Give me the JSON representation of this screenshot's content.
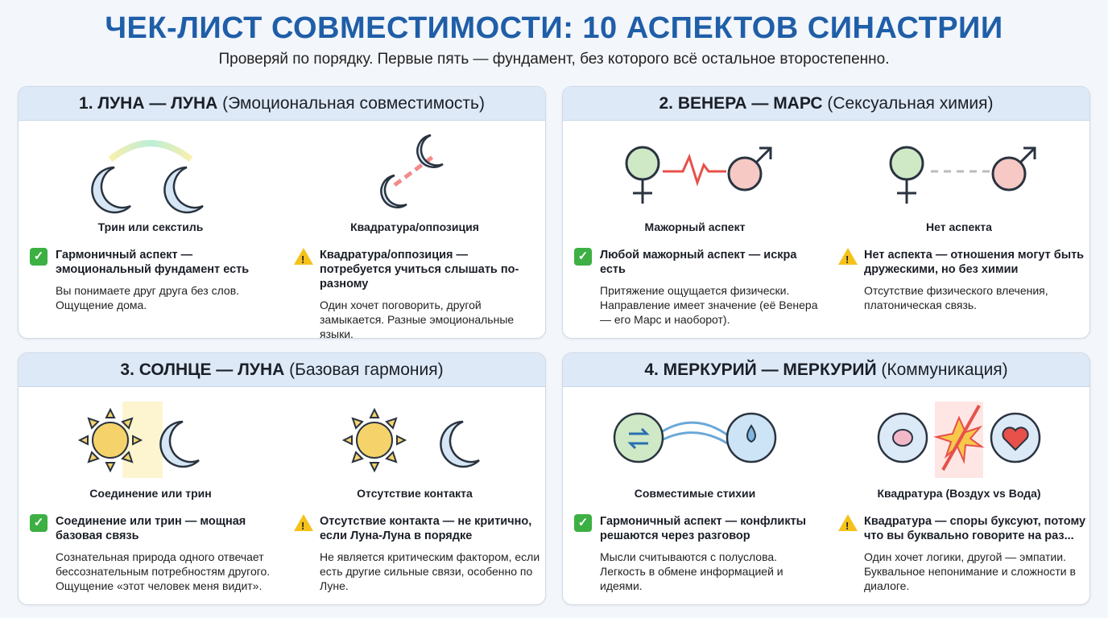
{
  "title": "ЧЕК-ЛИСТ СОВМЕСТИМОСТИ: 10 АСПЕКТОВ СИНАСТРИИ",
  "subtitle": "Проверяй по порядку. Первые пять — фундамент, без которого всё остальное второстепенно.",
  "cards": [
    {
      "title_bold": "1. ЛУНА — ЛУНА",
      "title_rest": " (Эмоциональная совместимость)",
      "left": {
        "label": "Трин или секстиль",
        "status": "ok",
        "heading": "Гармоничный аспект — эмоциональный фундамент есть",
        "text": "Вы понимаете друг друга без слов. Ощущение дома."
      },
      "right": {
        "label": "Квадратура/оппозиция",
        "status": "warning",
        "heading": "Квадратура/оппозиция — потребуется учиться слышать по-разному",
        "text": "Один хочет поговорить, другой замыкается. Разные эмоциональные языки."
      }
    },
    {
      "title_bold": "2. ВЕНЕРА — МАРС",
      "title_rest": " (Сексуальная химия)",
      "left": {
        "label": "Мажорный аспект",
        "status": "ok",
        "heading": "Любой мажорный аспект — искра есть",
        "text": "Притяжение ощущается физически. Направление имеет значение (её Венера — его Марс и наоборот)."
      },
      "right": {
        "label": "Нет аспекта",
        "status": "warning",
        "heading": "Нет аспекта — отношения могут быть дружескими, но без химии",
        "text": "Отсутствие физического влечения, платоническая связь."
      }
    },
    {
      "title_bold": "3. СОЛНЦЕ — ЛУНА",
      "title_rest": " (Базовая гармония)",
      "left": {
        "label": "Соединение или трин",
        "status": "ok",
        "heading": "Соединение или трин — мощная базовая связь",
        "text": "Сознательная природа одного отвечает бессознательным потребностям другого. Ощущение «этот человек меня видит»."
      },
      "right": {
        "label": "Отсутствие контакта",
        "status": "warning",
        "heading": "Отсутствие контакта — не критично, если Луна-Луна в порядке",
        "text": "Не является критическим фактором, если есть другие сильные связи, особенно по Луне."
      }
    },
    {
      "title_bold": "4. МЕРКУРИЙ — МЕРКУРИЙ",
      "title_rest": " (Коммуникация)",
      "left": {
        "label": "Совместимые стихии",
        "status": "ok",
        "heading": "Гармоничный аспект — конфликты решаются через разговор",
        "text": "Мысли считываются с полуслова. Легкость в обмене информацией и идеями."
      },
      "right": {
        "label": "Квадратура (Воздух vs Вода)",
        "status": "warning",
        "heading": "Квадратура — споры буксуют, потому что вы буквально говорите на раз...",
        "text": "Один хочет логики, другой — эмпатии. Буквальное непонимание и сложности в диалоге."
      }
    }
  ],
  "icons": {
    "ok": "✓",
    "warning": "!"
  },
  "colors": {
    "title": "#1f5ea8",
    "header": "#dde9f7",
    "ok": "#3cb043",
    "warning": "#f5c21b"
  }
}
